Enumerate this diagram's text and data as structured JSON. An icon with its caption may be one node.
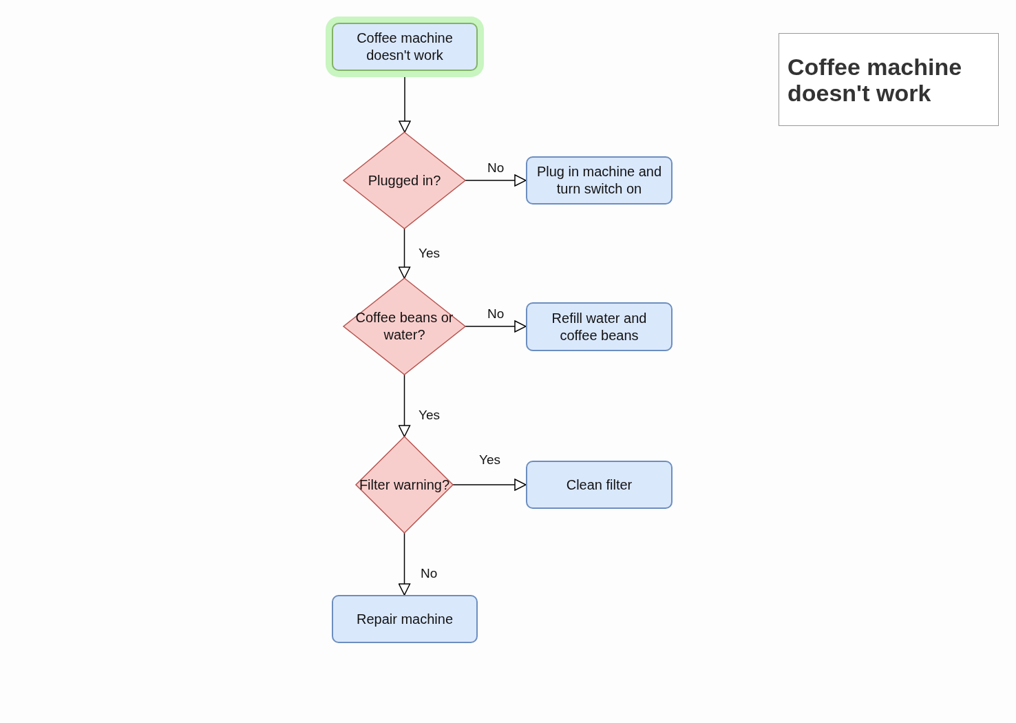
{
  "diagram": {
    "nodes": [
      {
        "text": [
          "Coffee machine doesn't work"
        ]
      },
      {
        "text": [
          "Plugged in?"
        ]
      },
      {
        "text": [
          "Plug in machine and turn switch on"
        ]
      },
      {
        "text": [
          "Coffee beans or water?"
        ]
      },
      {
        "text": [
          "Refill water and coffee beans"
        ]
      },
      {
        "text": [
          "Filter warning?"
        ]
      },
      {
        "text": [
          "Clean filter"
        ]
      },
      {
        "text": [
          "Repair machine"
        ]
      },
      {
        "text": [
          "Coffee machine doesn't work"
        ]
      }
    ],
    "edges": [
      {
        "from": 0,
        "to": 1,
        "arrow": "to"
      },
      {
        "from": 1,
        "to": 2,
        "arrow": "to",
        "label": "No"
      },
      {
        "from": 1,
        "to": 3,
        "arrow": "to",
        "label": "Yes"
      },
      {
        "from": 3,
        "to": 4,
        "arrow": "to",
        "label": "No"
      },
      {
        "from": 3,
        "to": 5,
        "arrow": "to",
        "label": "Yes"
      },
      {
        "from": 5,
        "to": 6,
        "arrow": "to",
        "label": "Yes"
      },
      {
        "from": 5,
        "to": 7,
        "arrow": "to",
        "label": "No"
      }
    ]
  }
}
